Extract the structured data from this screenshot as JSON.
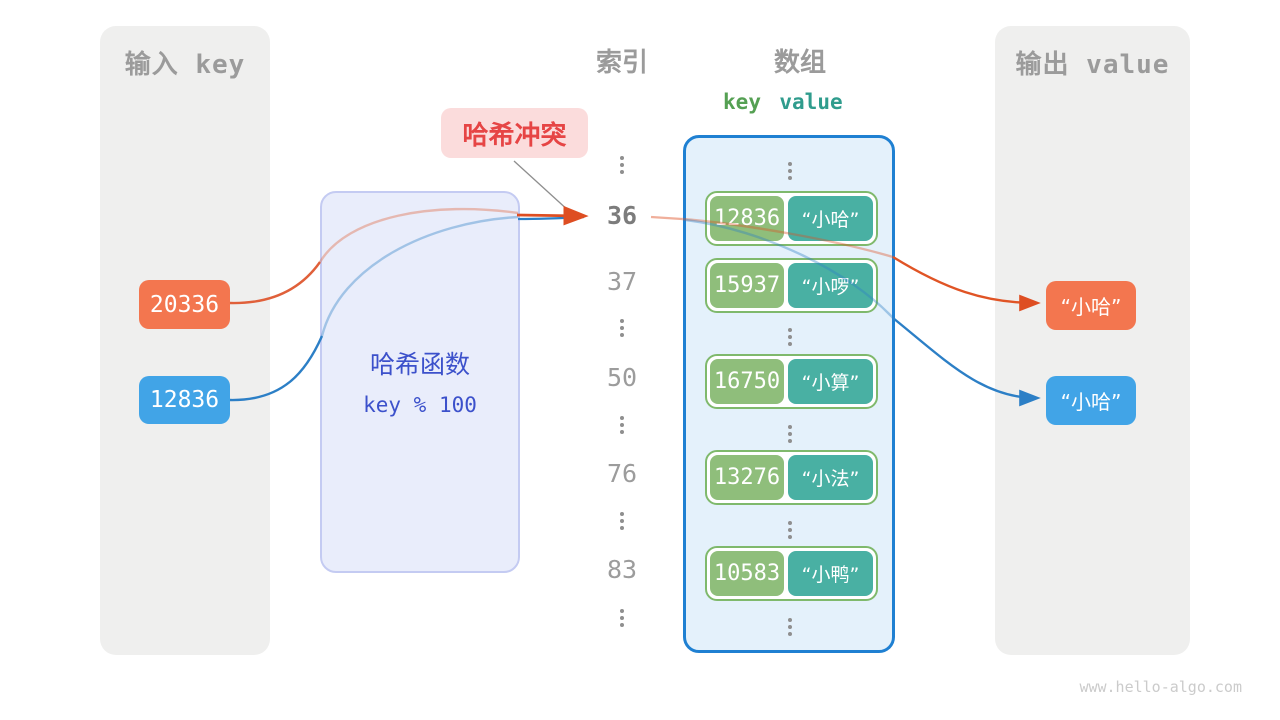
{
  "input_panel": {
    "title": "输入 key",
    "keys": [
      {
        "value": "20336",
        "color": "#f3764f"
      },
      {
        "value": "12836",
        "color": "#41a4e7"
      }
    ]
  },
  "hash_function": {
    "title": "哈希函数",
    "formula": "key % 100"
  },
  "collision_label": "哈希冲突",
  "index_column": {
    "title": "索引",
    "values": [
      "36",
      "37",
      "50",
      "76",
      "83"
    ],
    "highlighted": "36"
  },
  "array_column": {
    "title": "数组",
    "key_header": "key",
    "value_header": "value",
    "rows": [
      {
        "key": "12836",
        "value": "“小哈”"
      },
      {
        "key": "15937",
        "value": "“小啰”"
      },
      {
        "key": "16750",
        "value": "“小算”"
      },
      {
        "key": "13276",
        "value": "“小法”"
      },
      {
        "key": "10583",
        "value": "“小鸭”"
      }
    ]
  },
  "output_panel": {
    "title": "输出 value",
    "values": [
      {
        "value": "“小哈”",
        "color": "#f3764f"
      },
      {
        "value": "“小哈”",
        "color": "#41a4e7"
      }
    ]
  },
  "footer": "www.hello-algo.com",
  "colors": {
    "orange_accent": "#f3764f",
    "blue_accent": "#41a4e7",
    "green_key": "#8fbe7b",
    "teal_value": "#49b0a3",
    "collision_red": "#e64545",
    "hash_blue_text": "#3c51cb",
    "array_border_blue": "#1f80d2",
    "panel_gray": "#efefee"
  }
}
